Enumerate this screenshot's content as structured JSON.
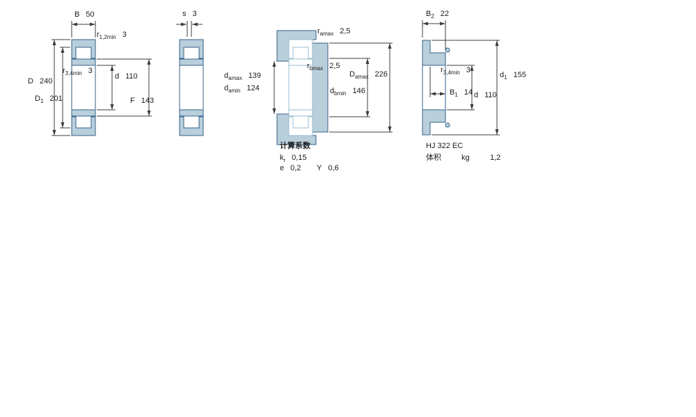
{
  "colors": {
    "section_fill": "#b9cfdb",
    "section_stroke": "#33618a",
    "light_outline": "#98bccf",
    "dimension_lines": "#3c3c3c"
  },
  "main_view": {
    "B": {
      "base": "B",
      "sub": "",
      "value": "50"
    },
    "r12": {
      "base": "r",
      "sub": "1,2min",
      "value": "3"
    },
    "r34": {
      "base": "r",
      "sub": "3,4min",
      "value": "3"
    },
    "D": {
      "base": "D",
      "sub": "",
      "value": "240"
    },
    "D1": {
      "base": "D",
      "sub": "1",
      "value": "201"
    },
    "d": {
      "base": "d",
      "sub": "",
      "value": "110"
    },
    "F": {
      "base": "F",
      "sub": "",
      "value": "143"
    }
  },
  "side_view": {
    "s": {
      "base": "s",
      "sub": "",
      "value": "3"
    }
  },
  "mounting_view": {
    "ra": {
      "base": "r",
      "sub": "amax",
      "value": "2,5"
    },
    "rb": {
      "base": "r",
      "sub": "bmax",
      "value": "2,5"
    },
    "damax": {
      "base": "d",
      "sub": "amax",
      "value": "139"
    },
    "damin": {
      "base": "d",
      "sub": "amin",
      "value": "124"
    },
    "Damax": {
      "base": "D",
      "sub": "amax",
      "value": "226"
    },
    "dbmin": {
      "base": "d",
      "sub": "bmin",
      "value": "146"
    }
  },
  "calc_factors": {
    "title": "计算系数",
    "kr": {
      "base": "k",
      "sub": "r",
      "value": "0,15"
    },
    "e": {
      "base": "e",
      "sub": "",
      "value": "0,2"
    },
    "Y": {
      "base": "Y",
      "sub": "",
      "value": "0,6"
    }
  },
  "hj_ring_view": {
    "B2": {
      "base": "B",
      "sub": "2",
      "value": "22"
    },
    "r34": {
      "base": "r",
      "sub": "3,4min",
      "value": "3"
    },
    "d1": {
      "base": "d",
      "sub": "1",
      "value": "155"
    },
    "B1": {
      "base": "B",
      "sub": "1",
      "value": "14"
    },
    "d": {
      "base": "d",
      "sub": "",
      "value": "110"
    }
  },
  "hj_ring_info": {
    "designation": "HJ 322 EC",
    "mass_label": "体积",
    "mass_unit": "kg",
    "mass_value": "1,2"
  }
}
